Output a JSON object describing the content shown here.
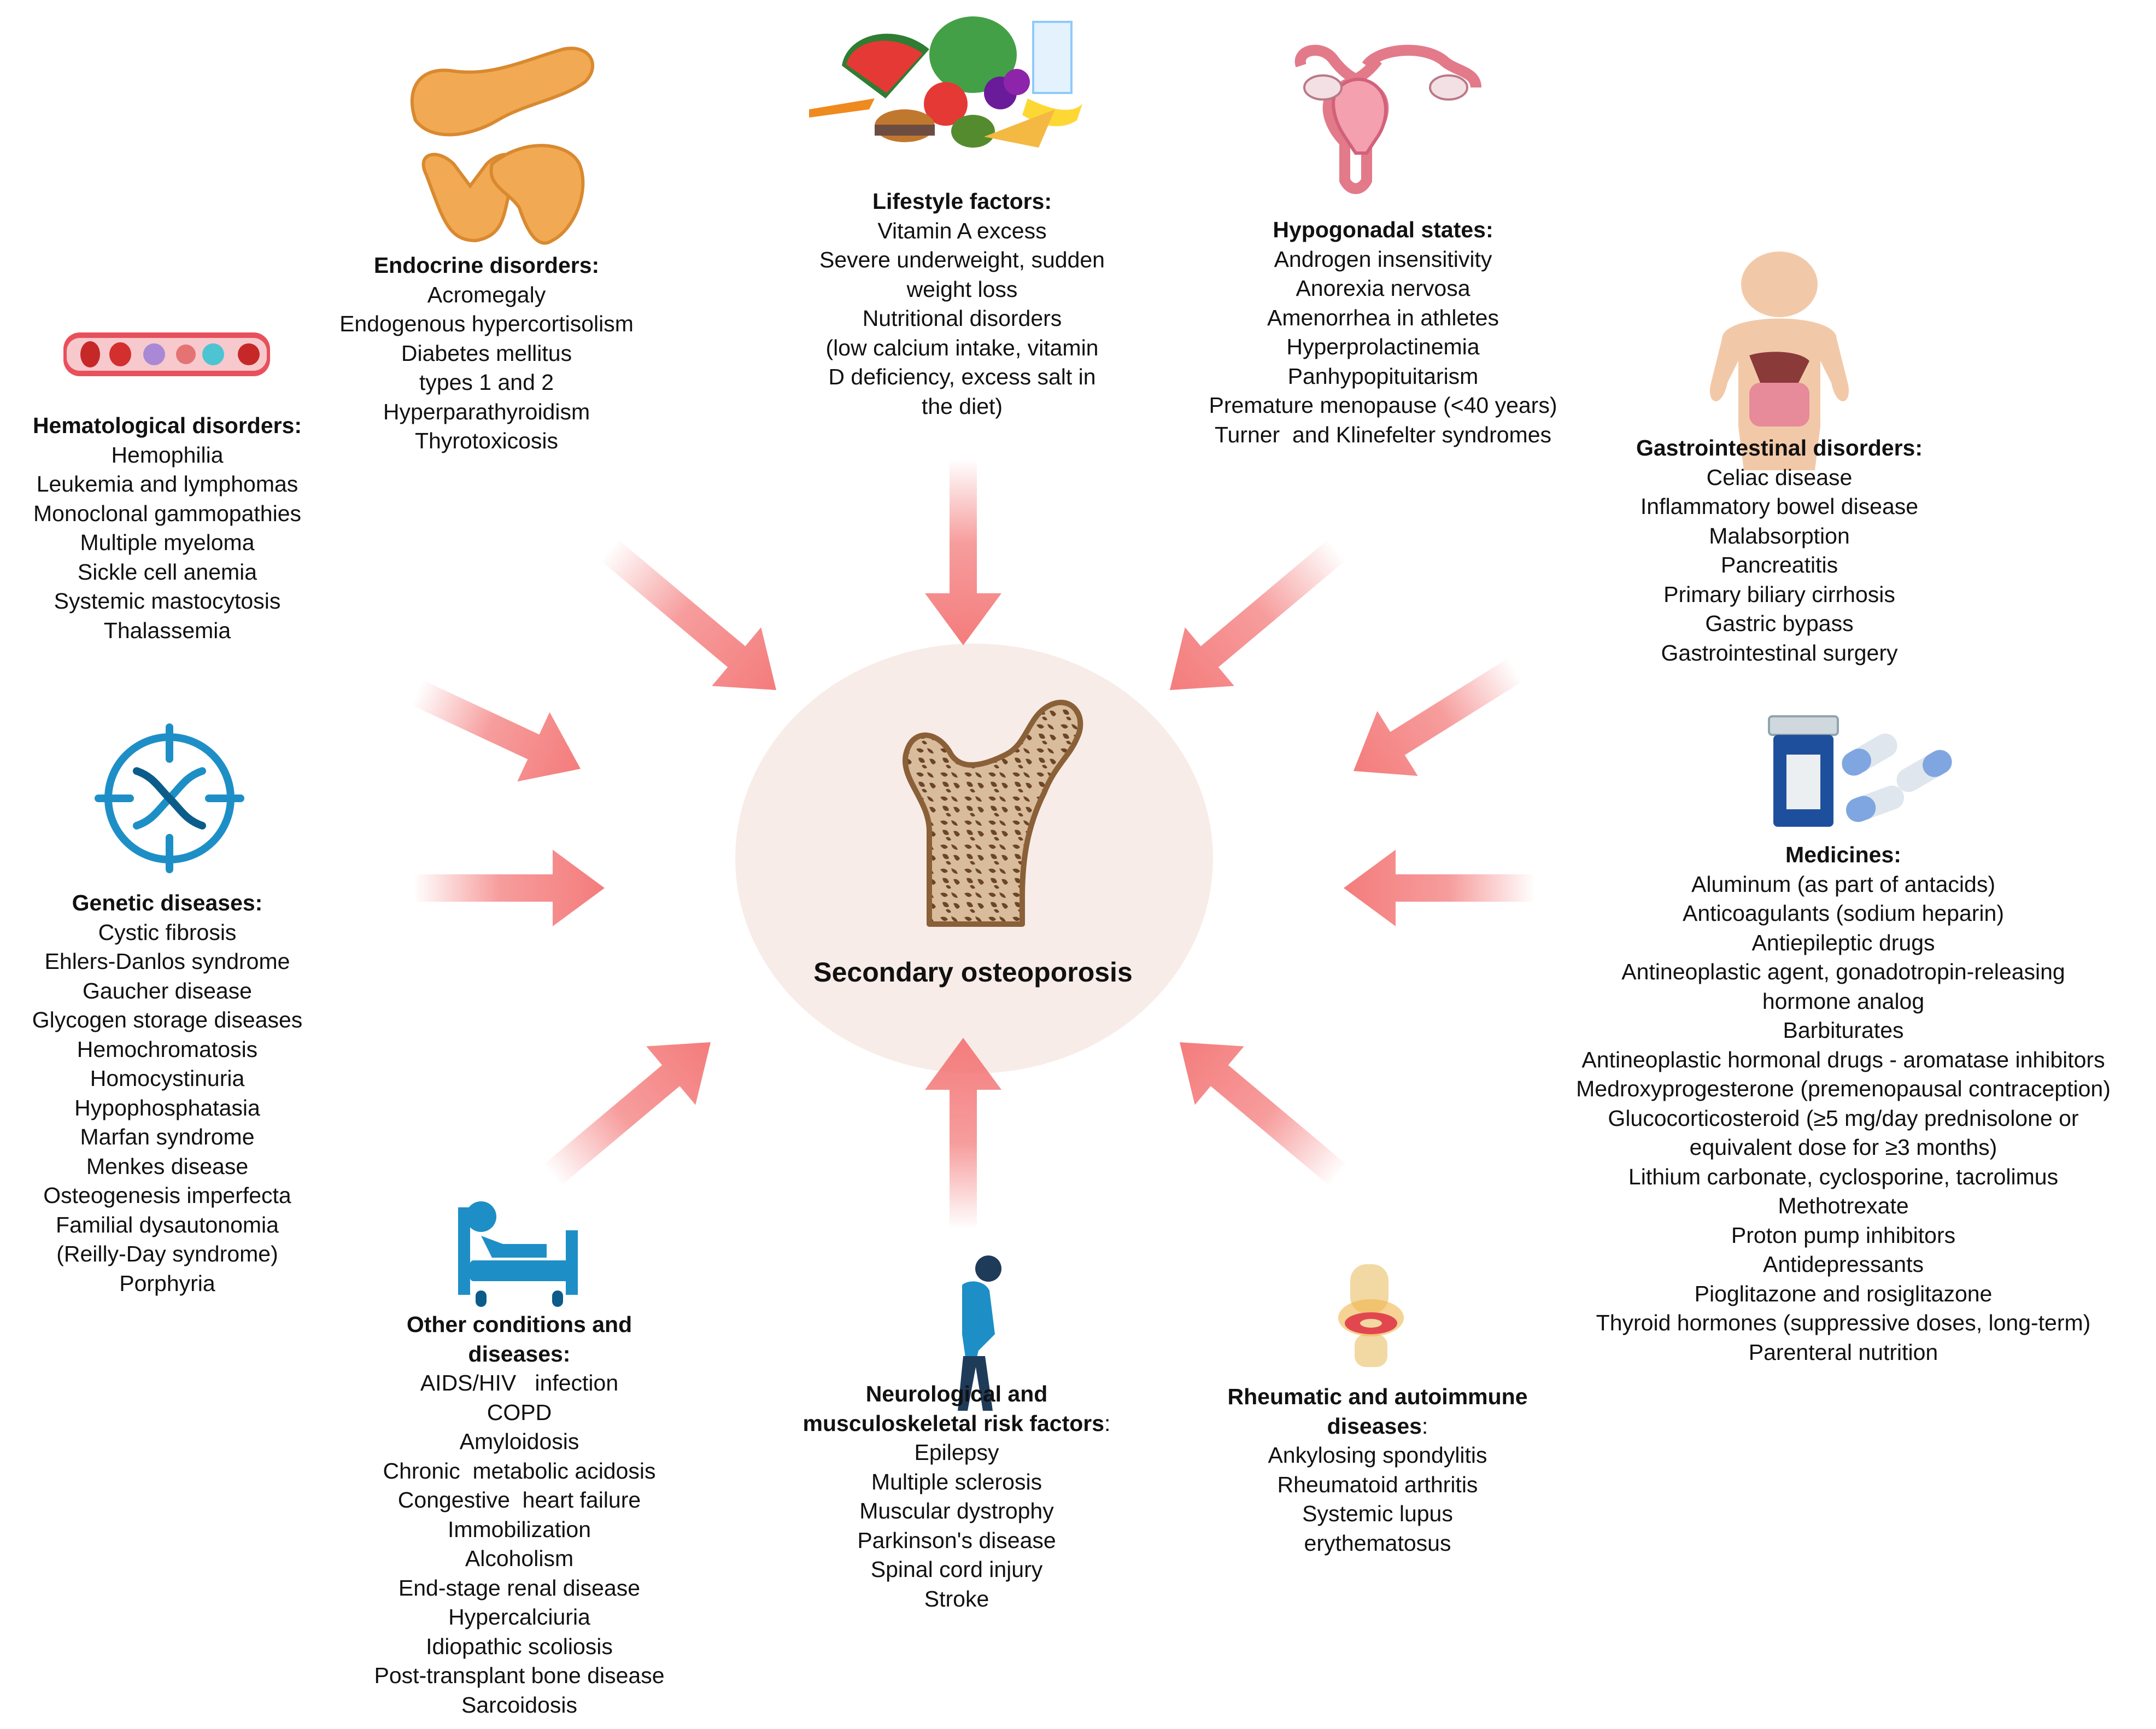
{
  "center": {
    "title": "Secondary osteoporosis"
  },
  "colors": {
    "arrow": "#f47c7c",
    "center_ellipse": "#f8ece8",
    "bone_fill": "#d7b99a",
    "bone_edge": "#8a6038",
    "icon_blue": "#1e8fc6"
  },
  "icons": {
    "hematological": "blood-vessel-icon",
    "endocrine": "pancreas-thyroid-icon",
    "lifestyle": "food-icon",
    "hypogonadal": "uterus-icon",
    "gastrointestinal": "digestive-system-icon",
    "genetic": "dna-target-icon",
    "medicines": "pill-bottle-capsules-icon",
    "other": "hospital-bed-patient-icon",
    "neurological": "stooped-person-icon",
    "rheumatic": "knee-joint-icon",
    "center": "femur-bone-icon"
  },
  "groups": {
    "hematological": {
      "title": "Hematological disorders:",
      "items": [
        "Hemophilia",
        "Leukemia and lymphomas",
        "Monoclonal gammopathies",
        "Multiple myeloma",
        "Sickle cell anemia",
        "Systemic mastocytosis",
        "Thalassemia"
      ]
    },
    "endocrine": {
      "title": "Endocrine disorders:",
      "items": [
        "Acromegaly",
        "Endogenous hypercortisolism",
        "Diabetes mellitus",
        "types 1 and 2",
        "Hyperparathyroidism",
        "Thyrotoxicosis"
      ]
    },
    "lifestyle": {
      "title": "Lifestyle factors:",
      "items": [
        "Vitamin A excess",
        "Severe underweight, sudden",
        "weight loss",
        "Nutritional disorders",
        "(low calcium intake, vitamin",
        "D deficiency, excess salt in",
        "the diet)"
      ]
    },
    "hypogonadal": {
      "title": "Hypogonadal states:",
      "items": [
        "Androgen insensitivity",
        "Anorexia nervosa",
        "Amenorrhea in athletes",
        "Hyperprolactinemia",
        "Panhypopituitarism",
        "Premature menopause (<40 years)",
        "Turner  and Klinefelter syndromes"
      ]
    },
    "gastrointestinal": {
      "title": "Gastrointestinal disorders:",
      "items": [
        "Celiac disease",
        "Inflammatory bowel disease",
        "Malabsorption",
        "Pancreatitis",
        "Primary biliary cirrhosis",
        "Gastric bypass",
        "Gastrointestinal surgery"
      ]
    },
    "genetic": {
      "title": "Genetic diseases:",
      "items": [
        "Cystic fibrosis",
        "Ehlers-Danlos syndrome",
        "Gaucher disease",
        "Glycogen storage diseases",
        "Hemochromatosis",
        "Homocystinuria",
        "Hypophosphatasia",
        "Marfan syndrome",
        "Menkes disease",
        "Osteogenesis imperfecta",
        "Familial dysautonomia",
        "(Reilly-Day syndrome)",
        "Porphyria"
      ]
    },
    "medicines": {
      "title": "Medicines:",
      "items": [
        "Aluminum (as part of antacids)",
        "Anticoagulants (sodium heparin)",
        "Antiepileptic drugs",
        "Antineoplastic agent, gonadotropin-releasing",
        "hormone analog",
        "Barbiturates",
        "Antineoplastic hormonal drugs - aromatase inhibitors",
        "Medroxyprogesterone (premenopausal contraception)",
        "Glucocorticosteroid (≥5 mg/day prednisolone or",
        "equivalent dose for ≥3 months)",
        "Lithium carbonate, cyclosporine, tacrolimus",
        "Methotrexate",
        "Proton pump inhibitors",
        "Antidepressants",
        "Pioglitazone and rosiglitazone",
        "Thyroid hormones (suppressive doses, long-term)",
        "Parenteral nutrition"
      ]
    },
    "other": {
      "title_line1": "Other conditions and",
      "title_line2": "diseases:",
      "items": [
        "AIDS/HIV   infection",
        "COPD",
        "Amyloidosis",
        "Chronic  metabolic acidosis",
        "Congestive  heart failure",
        "Immobilization",
        "Alcoholism",
        "End-stage renal disease",
        "Hypercalciuria",
        "Idiopathic scoliosis",
        "Post-transplant bone disease",
        "Sarcoidosis"
      ]
    },
    "neurological": {
      "title_line1": "Neurological and",
      "title_line2": "musculoskeletal risk factors",
      "title_colon": ":",
      "items": [
        "Epilepsy",
        "Multiple sclerosis",
        "Muscular dystrophy",
        "Parkinson's disease",
        "Spinal cord injury",
        "Stroke"
      ]
    },
    "rheumatic": {
      "title_line1": "Rheumatic and autoimmune",
      "title_line2": "diseases",
      "title_colon": ":",
      "items": [
        "Ankylosing spondylitis",
        "Rheumatoid arthritis",
        "Systemic lupus",
        "erythematosus"
      ]
    }
  }
}
